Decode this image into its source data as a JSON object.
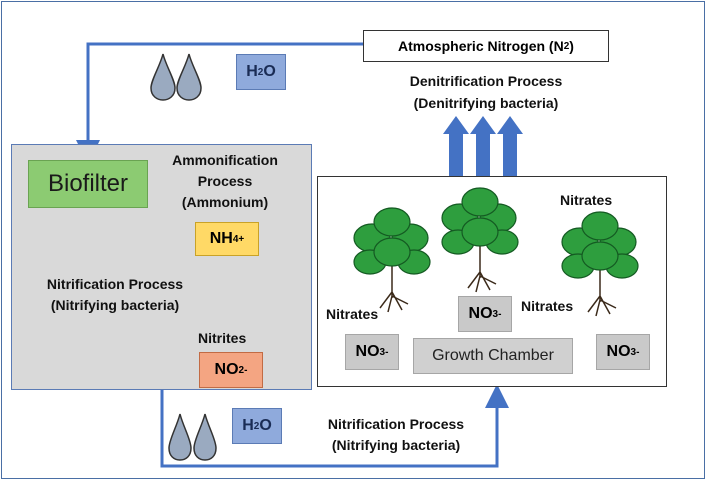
{
  "atmospheric": {
    "label": "Atmospheric Nitrogen (N",
    "sub": "2",
    "close": ")"
  },
  "water": {
    "label": "H",
    "sub": "2",
    "tail": "O"
  },
  "denitrification": {
    "line1": "Denitrification Process",
    "line2": "(Denitrifying bacteria)"
  },
  "biofilter": {
    "label": "Biofilter",
    "ammonification": {
      "line1": "Ammonification",
      "line2": "Process",
      "line3": "(Ammonium)"
    },
    "ammonium": {
      "base": "NH",
      "sub": "4",
      "sup": "+"
    },
    "nitrification": {
      "line1": "Nitrification Process",
      "line2": "(Nitrifying bacteria)"
    },
    "nitrites_label": "Nitrites",
    "nitrite": {
      "base": "NO",
      "sub": "2",
      "sup": "-"
    }
  },
  "growth": {
    "label": "Growth Chamber",
    "nitrates_label": "Nitrates",
    "nitrate": {
      "base": "NO",
      "sub": "3",
      "sup": "-"
    }
  },
  "bottom_nitrification": {
    "line1": "Nitrification Process",
    "line2": "(Nitrifying bacteria)"
  },
  "colors": {
    "flow": "#4472c4",
    "plant": "#2e9e3e",
    "drop": "#9aaac0"
  }
}
